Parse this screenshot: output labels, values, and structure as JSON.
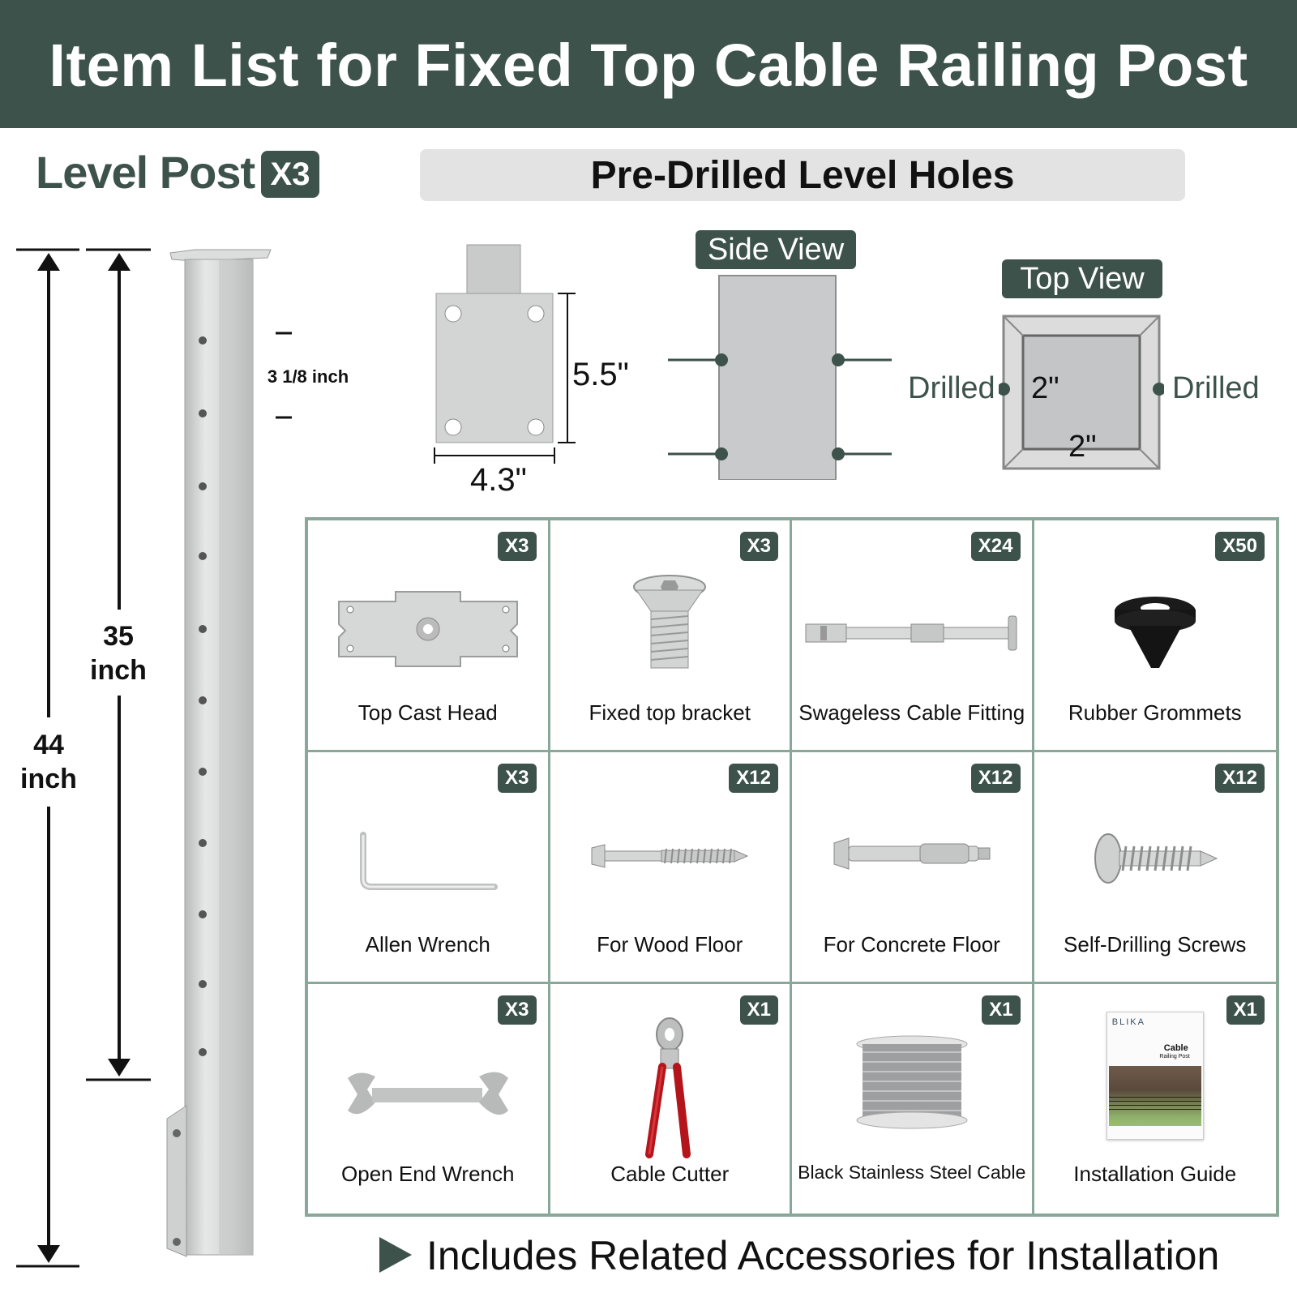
{
  "header": {
    "title": "Item List for Fixed Top Cable Railing Post"
  },
  "post": {
    "title": "Level Post",
    "quantity": "X3",
    "height_total_value": "44",
    "height_total_unit": "inch",
    "height_cable_value": "35",
    "height_cable_unit": "inch",
    "hole_spacing": "3 1/8 inch"
  },
  "holes_section": {
    "title": "Pre-Drilled Level Holes",
    "plate_height": "5.5\"",
    "plate_width": "4.3\"",
    "side_view_label": "Side View",
    "top_view_label": "Top View",
    "top_view_dim_a": "2\"",
    "top_view_dim_b": "2\"",
    "drilled_left": "Drilled",
    "drilled_right": "Drilled"
  },
  "items": [
    {
      "name": "Top Cast Head",
      "qty": "X3",
      "icon": "top-cast-head-icon"
    },
    {
      "name": "Fixed top bracket",
      "qty": "X3",
      "icon": "bolt-icon"
    },
    {
      "name": "Swageless Cable Fitting",
      "qty": "X24",
      "icon": "cable-fitting-icon"
    },
    {
      "name": "Rubber Grommets",
      "qty": "X50",
      "icon": "grommet-icon"
    },
    {
      "name": "Allen Wrench",
      "qty": "X3",
      "icon": "allen-wrench-icon"
    },
    {
      "name": "For Wood Floor",
      "qty": "X12",
      "icon": "lag-screw-icon"
    },
    {
      "name": "For Concrete Floor",
      "qty": "X12",
      "icon": "anchor-bolt-icon"
    },
    {
      "name": "Self-Drilling Screws",
      "qty": "X12",
      "icon": "screw-icon"
    },
    {
      "name": "Open End Wrench",
      "qty": "X3",
      "icon": "open-end-wrench-icon"
    },
    {
      "name": "Cable Cutter",
      "qty": "X1",
      "icon": "cable-cutter-icon"
    },
    {
      "name": "Black Stainless Steel Cable",
      "qty": "X1",
      "icon": "cable-spool-icon"
    },
    {
      "name": "Installation Guide",
      "qty": "X1",
      "icon": "guide-booklet-icon"
    }
  ],
  "guide_cover": {
    "brand": "BLIKA",
    "title_line1": "Cable",
    "title_line2": "Railing Post"
  },
  "footer": {
    "text": "Includes Related Accessories for Installation"
  },
  "colors": {
    "brand": "#3c524a",
    "grid_border": "#8aa89a",
    "steel": "#cfd0d0"
  }
}
